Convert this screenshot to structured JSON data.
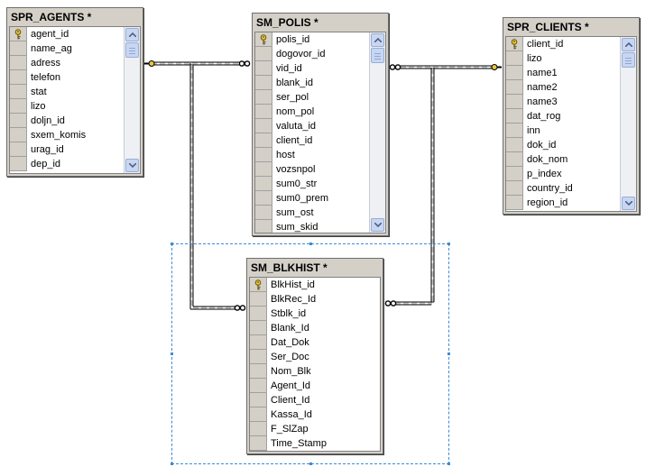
{
  "tables": [
    {
      "id": "spr_agents",
      "title": "SPR_AGENTS *",
      "key_field": "agent_id",
      "fields": [
        "agent_id",
        "name_ag",
        "adress",
        "telefon",
        "stat",
        "lizo",
        "doljn_id",
        "sxem_komis",
        "urag_id",
        "dep_id"
      ]
    },
    {
      "id": "sm_polis",
      "title": "SM_POLIS *",
      "key_field": "polis_id",
      "fields": [
        "polis_id",
        "dogovor_id",
        "vid_id",
        "blank_id",
        "ser_pol",
        "nom_pol",
        "valuta_id",
        "client_id",
        "host",
        "vozsnpol",
        "sum0_str",
        "sum0_prem",
        "sum_ost",
        "sum_skid"
      ]
    },
    {
      "id": "spr_clients",
      "title": "SPR_CLIENTS *",
      "key_field": "client_id",
      "fields": [
        "client_id",
        "lizo",
        "name1",
        "name2",
        "name3",
        "dat_rog",
        "inn",
        "dok_id",
        "dok_nom",
        "p_index",
        "country_id",
        "region_id"
      ]
    },
    {
      "id": "sm_blkhist",
      "title": "SM_BLKHIST *",
      "key_field": "BlkHist_id",
      "fields": [
        "BlkHist_id",
        "BlkRec_Id",
        "Stblk_id",
        "Blank_Id",
        "Dat_Dok",
        "Ser_Doc",
        "Nom_Blk",
        "Agent_Id",
        "Client_Id",
        "Kassa_Id",
        "F_SlZap",
        "Time_Stamp"
      ]
    }
  ],
  "colors": {
    "key_icon": "#e8c440",
    "selection_border": "#3c8cd8",
    "relationship_line": "#000000"
  }
}
